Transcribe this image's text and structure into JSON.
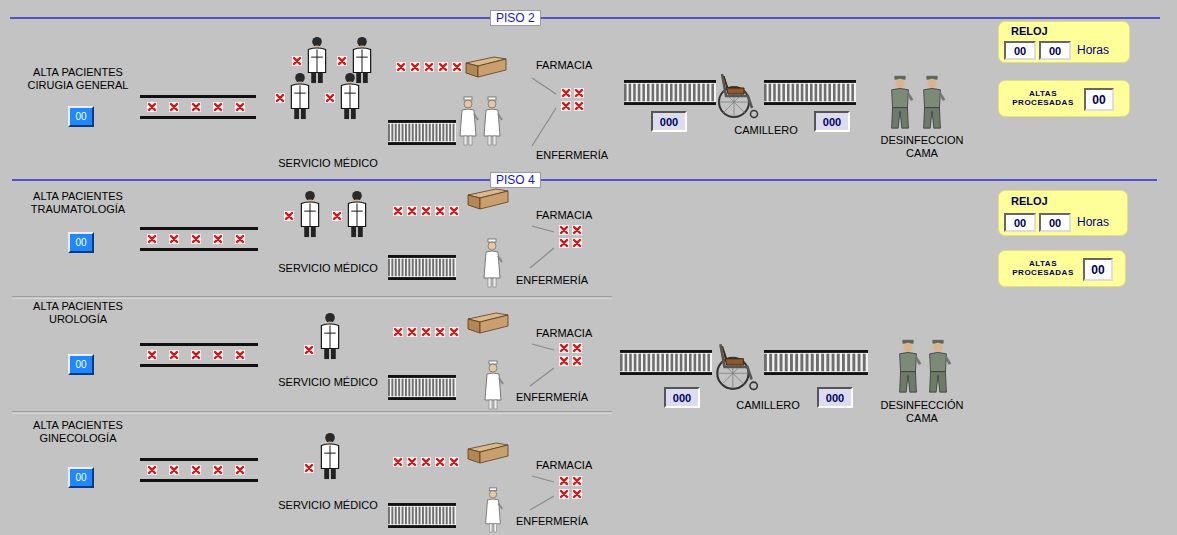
{
  "diagram": {
    "nodes": [
      {
        "text": [
          "00"
        ]
      },
      {
        "text": [
          "000"
        ]
      },
      {
        "text": [
          "000"
        ]
      },
      {
        "text": [
          "RELOJ",
          "Horas"
        ]
      },
      {
        "text": [
          "00"
        ],
        "in": 3
      },
      {
        "text": [
          "00"
        ],
        "in": 3
      },
      {
        "text": [
          "ALTAS PROCESADAS"
        ]
      },
      {
        "text": [
          "00"
        ],
        "in": 6
      },
      {
        "text": [
          "00"
        ]
      },
      {
        "text": [
          "RELOJ",
          "Horas"
        ]
      },
      {
        "text": [
          "00"
        ],
        "in": 9
      },
      {
        "text": [
          "00"
        ],
        "in": 9
      },
      {
        "text": [
          "ALTAS PROCESADAS"
        ]
      },
      {
        "text": [
          "00"
        ],
        "in": 12
      },
      {
        "text": [
          "00"
        ]
      },
      {
        "text": [
          "000"
        ]
      },
      {
        "text": [
          "000"
        ]
      },
      {
        "text": [
          "00"
        ]
      }
    ],
    "labels": [
      "PISO 2",
      "ALTA PACIENTES CIRUGIA GENERAL",
      "SERVICIO MÉDICO",
      "FARMACIA",
      "ENFERMERÍA",
      "CAMILLERO",
      "DESINFECCION CAMA",
      "PISO 4",
      "ALTA PACIENTES TRAUMATOLOGÍA",
      "SERVICIO MÉDICO",
      "FARMACIA",
      "ENFERMERÍA",
      "ALTA PACIENTES UROLOGÍA",
      "SERVICIO MÉDICO",
      "FARMACIA",
      "ENFERMERÍA",
      "CAMILLERO",
      "DESINFECCIÓN CAMA",
      "ALTA PACIENTES GINECOLOGÍA",
      "SERVICIO MÉDICO",
      "FARMACIA",
      "ENFERMERÍA"
    ]
  }
}
